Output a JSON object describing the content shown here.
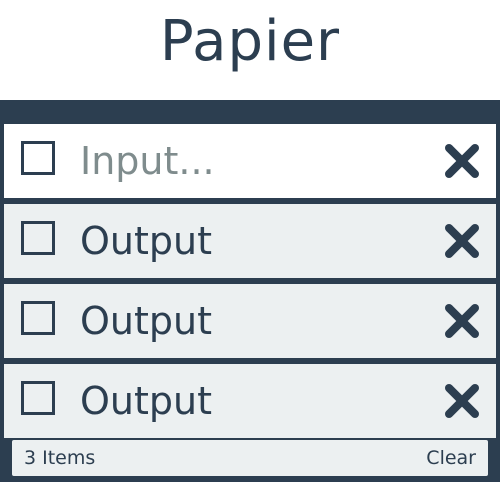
{
  "app": {
    "title": "Papier"
  },
  "input": {
    "placeholder": "Input...",
    "value": ""
  },
  "items": [
    {
      "text": "Output",
      "checked": false,
      "delete_icon": "close-icon"
    },
    {
      "text": "Output",
      "checked": false,
      "delete_icon": "close-icon"
    },
    {
      "text": "Output",
      "checked": false,
      "delete_icon": "close-icon"
    }
  ],
  "footer": {
    "count_label": "3 Items",
    "clear_label": "Clear"
  },
  "colors": {
    "primary": "#2c3e50",
    "row_background": "#ecf0f1",
    "placeholder": "#7f8c8d"
  }
}
